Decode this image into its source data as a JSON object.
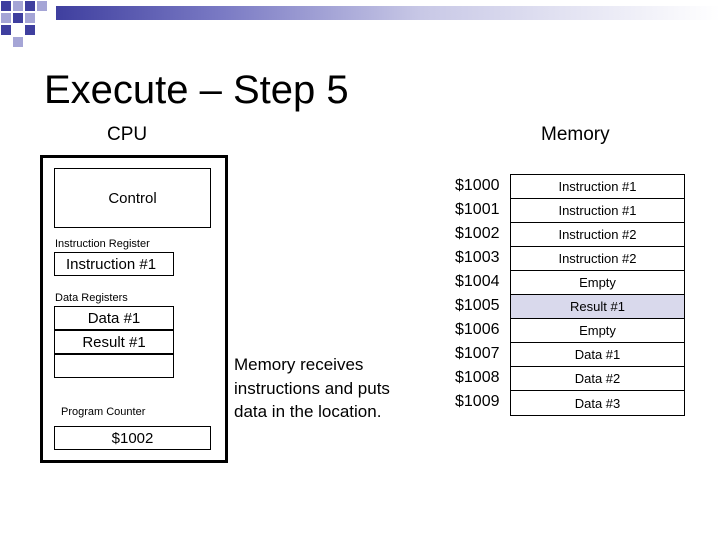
{
  "slide": {
    "title": "Execute – Step 5",
    "cpu_label": "CPU",
    "memory_label": "Memory",
    "note": "Memory receives instructions and puts data in the location."
  },
  "cpu": {
    "control_label": "Control",
    "instruction_register": {
      "label": "Instruction Register",
      "value": "Instruction #1"
    },
    "data_registers": {
      "label": "Data Registers",
      "values": [
        "Data #1",
        "Result #1",
        ""
      ]
    },
    "program_counter": {
      "label": "Program Counter",
      "value": "$1002"
    }
  },
  "memory": {
    "rows": [
      {
        "address": "$1000",
        "content": "Instruction #1"
      },
      {
        "address": "$1001",
        "content": "Instruction #1"
      },
      {
        "address": "$1002",
        "content": "Instruction #2"
      },
      {
        "address": "$1003",
        "content": "Instruction #2"
      },
      {
        "address": "$1004",
        "content": "Empty"
      },
      {
        "address": "$1005",
        "content": "Result #1",
        "highlighted": true
      },
      {
        "address": "$1006",
        "content": "Empty"
      },
      {
        "address": "$1007",
        "content": "Data #1"
      },
      {
        "address": "$1008",
        "content": "Data #2"
      },
      {
        "address": "$1009",
        "content": "Data #3"
      }
    ]
  },
  "colors": {
    "header_gradient_dark": "#3f3f9f",
    "deco_square_light": "#a5a5d6",
    "highlight_row": "#d9d9ec"
  }
}
